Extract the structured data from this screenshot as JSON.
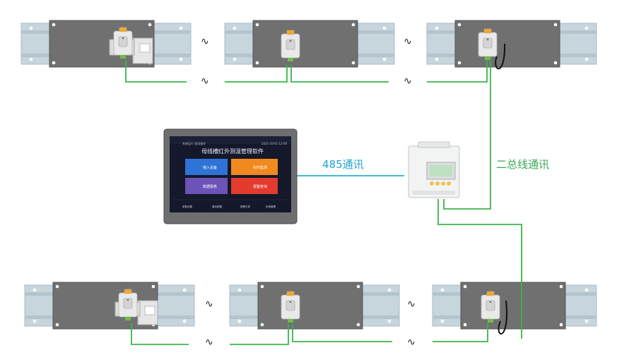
{
  "labels": {
    "rs485": "485通讯",
    "two_bus": "二总线通讯",
    "tilde": "∿"
  },
  "hmi": {
    "title": "母线槽红外测温管理软件",
    "status_left": "系统运行  登录操作",
    "status_right": "2021-10-01 12:00",
    "tiles": [
      {
        "label": "接入设备",
        "color": "#2f73d6"
      },
      {
        "label": "实时监测",
        "color": "#f08a1e"
      },
      {
        "label": "数据报表",
        "color": "#6d53b8"
      },
      {
        "label": "报警查询",
        "color": "#e33b2e"
      }
    ],
    "nav": [
      "参数设置",
      "通讯配置",
      "报警记录",
      "系统管理"
    ]
  },
  "colors": {
    "rs485_line": "#25b1d6",
    "bus_line": "#3ab54a",
    "rail": "#c5d4dc",
    "busbar": "#6f6f6f"
  }
}
